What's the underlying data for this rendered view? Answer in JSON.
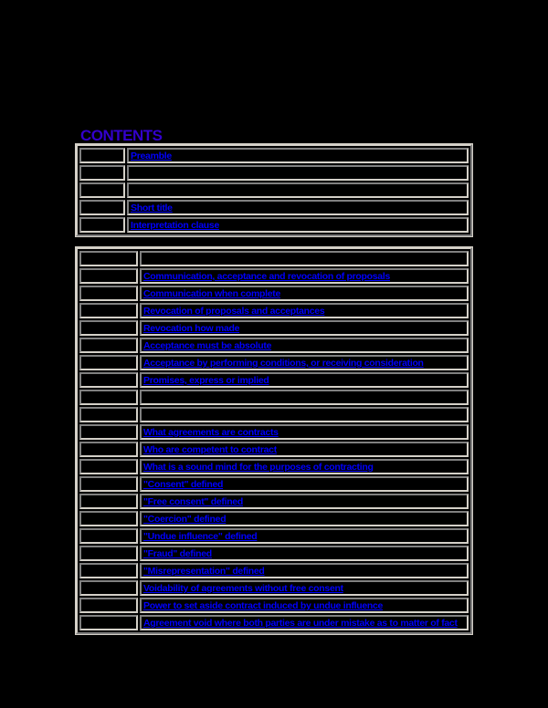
{
  "heading": "CONTENTS",
  "colors": {
    "heading": "#3300cc",
    "link": "#0000ff",
    "background": "#000000",
    "border_light": "#d4d0c8",
    "border_dark": "#808080"
  },
  "toc_preliminary": [
    {
      "num": "",
      "title": "Preamble",
      "link": true
    },
    {
      "num": "",
      "title": "",
      "link": false
    },
    {
      "num": "",
      "title": "",
      "link": false
    },
    {
      "num": "",
      "title": "Short title",
      "link": true
    },
    {
      "num": "",
      "title": "Interpretation clause",
      "link": true
    }
  ],
  "toc_sections": [
    {
      "num": "",
      "title": "",
      "link": false
    },
    {
      "num": "",
      "title": "Communication, acceptance and revocation of proposals",
      "link": true
    },
    {
      "num": "",
      "title": "Communication when complete",
      "link": true
    },
    {
      "num": "",
      "title": "Revocation of proposals and acceptances",
      "link": true
    },
    {
      "num": "",
      "title": "Revocation how made",
      "link": true
    },
    {
      "num": "",
      "title": "Acceptance must be absolute",
      "link": true
    },
    {
      "num": "",
      "title": "Acceptance by performing conditions, or receiving consideration",
      "link": true
    },
    {
      "num": "",
      "title": "Promises, express or implied",
      "link": true
    },
    {
      "num": "",
      "title": "",
      "link": false
    },
    {
      "num": "",
      "title": "",
      "link": false
    },
    {
      "num": "",
      "title": "What agreements are contracts",
      "link": true
    },
    {
      "num": "",
      "title": "Who are competent to contract",
      "link": true
    },
    {
      "num": "",
      "title": "What is a sound mind for the purposes of contracting",
      "link": true
    },
    {
      "num": "",
      "title": "\"Consent\" defined",
      "link": true
    },
    {
      "num": "",
      "title": "\"Free consent\" defined",
      "link": true
    },
    {
      "num": "",
      "title": "\"Coercion\" defined",
      "link": true
    },
    {
      "num": "",
      "title": "\"Undue influence\" defined",
      "link": true
    },
    {
      "num": "",
      "title": "\"Fraud\" defined",
      "link": true
    },
    {
      "num": "",
      "title": "\"Misrepresentation\" defined",
      "link": true
    },
    {
      "num": "",
      "title": "Voidability of agreements without free consent",
      "link": true
    },
    {
      "num": "",
      "title": "Power to set aside contract induced by undue influence",
      "link": true
    },
    {
      "num": "",
      "title": "Agreement void where both parties are under mistake as to matter of fact",
      "link": true
    }
  ]
}
